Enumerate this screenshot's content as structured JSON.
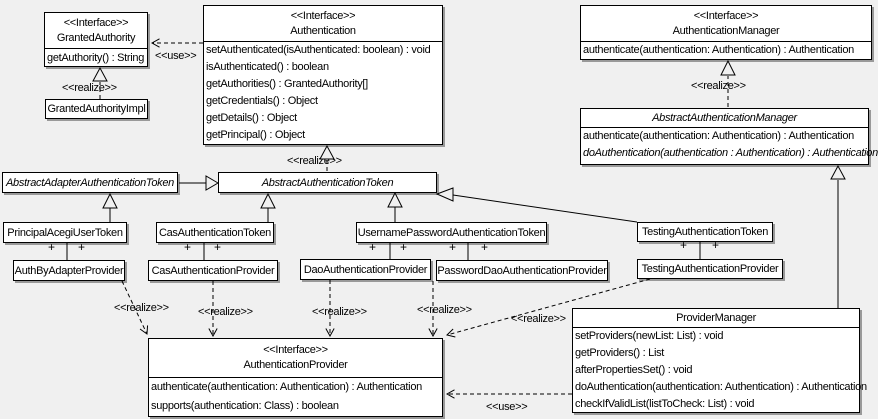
{
  "labels": {
    "use": "&lt;&lt;use&gt;&gt;",
    "realize": "<<realize>>",
    "use_plain": "<<use>>",
    "plus": "+"
  },
  "classes": {
    "granted_authority": {
      "stereotype": "<<Interface>>",
      "name": "GrantedAuthority",
      "methods": [
        "getAuthority() : String"
      ]
    },
    "granted_authority_impl": {
      "name": "GrantedAuthorityImpl"
    },
    "authentication": {
      "stereotype": "<<Interface>>",
      "name": "Authentication",
      "methods": [
        "setAuthenticated(isAuthenticated: boolean) : void",
        "isAuthenticated() : boolean",
        "getAuthorities() : GrantedAuthority[]",
        "getCredentials() : Object",
        "getDetails() : Object",
        "getPrincipal() : Object"
      ]
    },
    "authentication_manager": {
      "stereotype": "<<Interface>>",
      "name": "AuthenticationManager",
      "methods": [
        "authenticate(authentication: Authentication) : Authentication"
      ]
    },
    "abstract_authentication_manager": {
      "name": "AbstractAuthenticationManager",
      "methods": [
        "authenticate(authentication: Authentication) : Authentication",
        "doAuthentication(authentication : Authentication) : Authentication"
      ]
    },
    "abstract_adapter_authentication_token": {
      "name": "AbstractAdapterAuthenticationToken"
    },
    "abstract_authentication_token": {
      "name": "AbstractAuthenticationToken"
    },
    "principal_acegi_user_token": {
      "name": "PrincipalAcegiUserToken"
    },
    "cas_authentication_token": {
      "name": "CasAuthenticationToken"
    },
    "username_password_authentication_token": {
      "name": "UsernamePasswordAuthenticationToken"
    },
    "testing_authentication_token": {
      "name": "TestingAuthenticationToken"
    },
    "auth_by_adapter_provider": {
      "name": "AuthByAdapterProvider"
    },
    "cas_authentication_provider": {
      "name": "CasAuthenticationProvider"
    },
    "dao_authentication_provider": {
      "name": "DaoAuthenticationProvider"
    },
    "password_dao_authentication_provider": {
      "name": "PasswordDaoAuthenticationProvider"
    },
    "testing_authentication_provider": {
      "name": "TestingAuthenticationProvider"
    },
    "authentication_provider": {
      "stereotype": "<<Interface>>",
      "name": "AuthenticationProvider",
      "methods": [
        "authenticate(authentication: Authentication) : Authentication",
        "supports(authentication: Class) : boolean"
      ]
    },
    "provider_manager": {
      "name": "ProviderManager",
      "methods": [
        "setProviders(newList: List) : void",
        "getProviders() : List",
        "afterPropertiesSet() : void",
        "doAuthentication(authentication: Authentication) : Authentication",
        "checkIfValidList(listToCheck: List) : void"
      ]
    }
  }
}
